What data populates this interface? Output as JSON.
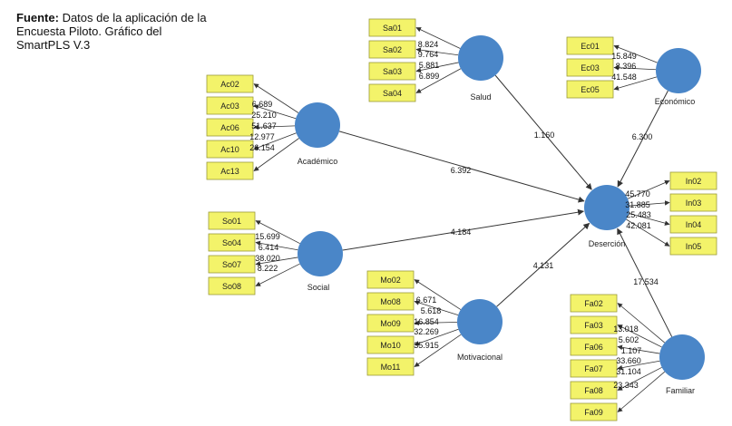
{
  "source": {
    "label": "Fuente:",
    "text": " Datos de la aplicación de la Encuesta Piloto. Gráfico del SmartPLS V.3"
  },
  "colors": {
    "latent_fill": "#4a86c8",
    "indicator_fill": "#f3f36a",
    "indicator_border": "#9a9a3a",
    "arrow": "#333333"
  },
  "latent_variables": [
    {
      "id": "salud",
      "label": "Salud"
    },
    {
      "id": "economico",
      "label": "Económico"
    },
    {
      "id": "academico",
      "label": "Académico"
    },
    {
      "id": "social",
      "label": "Social"
    },
    {
      "id": "motivacional",
      "label": "Motivacional"
    },
    {
      "id": "familiar",
      "label": "Familiar"
    },
    {
      "id": "desercion",
      "label": "Deserción"
    }
  ],
  "indicators": {
    "salud": [
      {
        "label": "Sa01",
        "value": "8.824"
      },
      {
        "label": "Sa02",
        "value": "9.764"
      },
      {
        "label": "Sa03",
        "value": "5.881"
      },
      {
        "label": "Sa04",
        "value": "6.899"
      }
    ],
    "economico": [
      {
        "label": "Ec01",
        "value": "15.849"
      },
      {
        "label": "Ec03",
        "value": "8.396"
      },
      {
        "label": "Ec05",
        "value": "41.548"
      }
    ],
    "academico": [
      {
        "label": "Ac02",
        "value": "6.689"
      },
      {
        "label": "Ac03",
        "value": "25.210"
      },
      {
        "label": "Ac06",
        "value": "51.637"
      },
      {
        "label": "Ac10",
        "value": "12.977"
      },
      {
        "label": "Ac13",
        "value": "26.154"
      }
    ],
    "social": [
      {
        "label": "So01",
        "value": "15.699"
      },
      {
        "label": "So04",
        "value": "6.414"
      },
      {
        "label": "So07",
        "value": "38.020"
      },
      {
        "label": "So08",
        "value": "8.222"
      }
    ],
    "motivacional": [
      {
        "label": "Mo02",
        "value": "6.671"
      },
      {
        "label": "Mo08",
        "value": "5.618"
      },
      {
        "label": "Mo09",
        "value": "16.854"
      },
      {
        "label": "Mo10",
        "value": "32.269"
      },
      {
        "label": "Mo11",
        "value": "35.915"
      }
    ],
    "familiar": [
      {
        "label": "Fa02",
        "value": "13.018"
      },
      {
        "label": "Fa03",
        "value": "5.602"
      },
      {
        "label": "Fa06",
        "value": "1.107"
      },
      {
        "label": "Fa07",
        "value": "33.660"
      },
      {
        "label": "Fa08",
        "value": "31.104"
      },
      {
        "label": "Fa09",
        "value": "23.343"
      }
    ],
    "desercion": [
      {
        "label": "In02",
        "value": "45.770"
      },
      {
        "label": "In03",
        "value": "31.885"
      },
      {
        "label": "In04",
        "value": "25.483"
      },
      {
        "label": "In05",
        "value": "42.081"
      }
    ]
  },
  "paths": [
    {
      "from": "salud",
      "to": "desercion",
      "value": "1.160"
    },
    {
      "from": "economico",
      "to": "desercion",
      "value": "6.300"
    },
    {
      "from": "academico",
      "to": "desercion",
      "value": "6.392"
    },
    {
      "from": "social",
      "to": "desercion",
      "value": "4.184"
    },
    {
      "from": "motivacional",
      "to": "desercion",
      "value": "4.131"
    },
    {
      "from": "familiar",
      "to": "desercion",
      "value": "17.534"
    }
  ]
}
